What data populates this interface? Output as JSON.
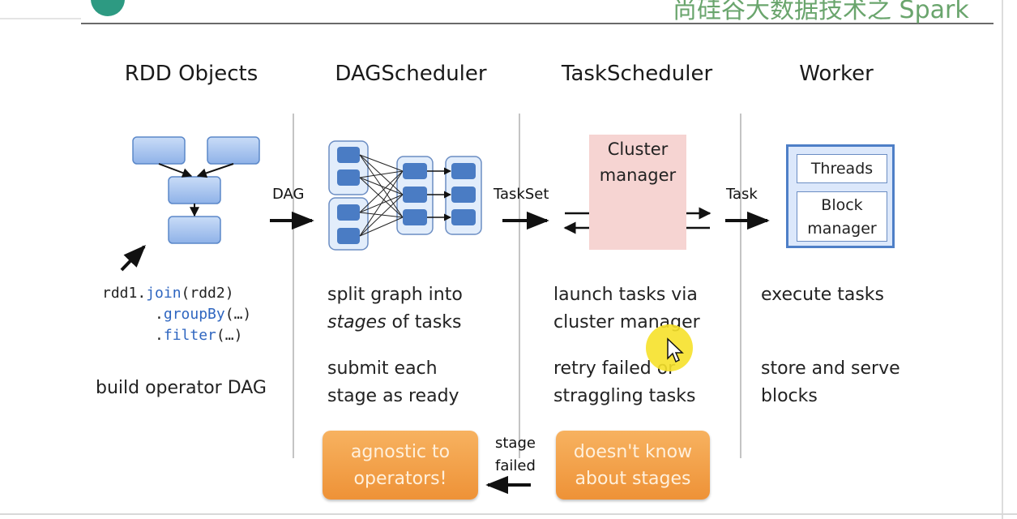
{
  "header": {
    "title": "尚硅谷大数据技术之 Spark"
  },
  "columns": [
    {
      "heading": "RDD Objects"
    },
    {
      "heading": "DAGScheduler"
    },
    {
      "heading": "TaskScheduler"
    },
    {
      "heading": "Worker"
    }
  ],
  "rdd": {
    "code_line1_var": "rdd1.",
    "code_line1_fn": "join",
    "code_line1_arg": "(rdd2)",
    "code_line2_dot": ".",
    "code_line2_fn": "groupBy",
    "code_line2_arg": "(…)",
    "code_line3_dot": ".",
    "code_line3_fn": "filter",
    "code_line3_arg": "(…)",
    "desc": "build operator DAG"
  },
  "dag_scheduler": {
    "desc1_line1": "split graph into",
    "desc1_line2_em": "stages",
    "desc1_line2_rest": " of tasks",
    "desc2_line1": "submit each",
    "desc2_line2": "stage as ready",
    "callout_line1": "agnostic to",
    "callout_line2": "operators!"
  },
  "task_scheduler": {
    "cluster_line1": "Cluster",
    "cluster_line2": "manager",
    "desc1_line1": "launch tasks via",
    "desc1_line2": "cluster manager",
    "desc2_line1": "retry failed or",
    "desc2_line2": "straggling tasks",
    "callout_line1": "doesn't know",
    "callout_line2": "about stages"
  },
  "worker": {
    "threads": "Threads",
    "block_line1": "Block",
    "block_line2": "manager",
    "desc1": "execute tasks",
    "desc2_line1": "store and serve",
    "desc2_line2": "blocks"
  },
  "arrows": {
    "dag": "DAG",
    "taskset": "TaskSet",
    "task": "Task",
    "stage_failed_line1": "stage",
    "stage_failed_line2": "failed"
  },
  "colors": {
    "rdd_box": "#a9c6f0",
    "rdd_box_border": "#5b88c9",
    "orange": "#f3a24c",
    "cluster": "#f6d4d2",
    "worker_border": "#4e7fc7",
    "header_title": "#6aa56d"
  }
}
